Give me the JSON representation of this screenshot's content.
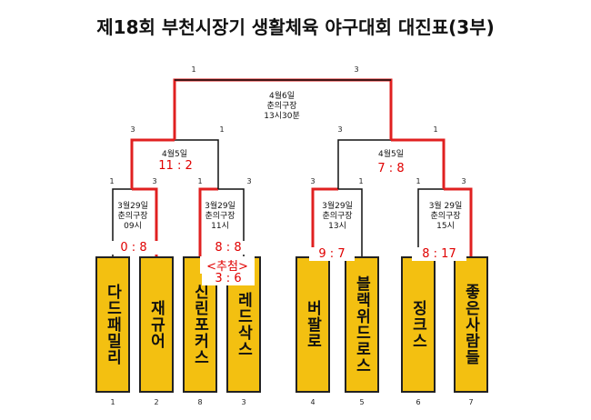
{
  "title": "제18회 부천시장기 생활체육 야구대회 대진표(3부)",
  "teams": [
    {
      "name": "다드패밀리",
      "seed": "1"
    },
    {
      "name": "재규어",
      "seed": "2"
    },
    {
      "name": "신린포커스",
      "seed": "8"
    },
    {
      "name": "레드삭스",
      "seed": "3"
    },
    {
      "name": "버팔로",
      "seed": "4"
    },
    {
      "name": "블랙위드로스",
      "seed": "5"
    },
    {
      "name": "징크스",
      "seed": "6"
    },
    {
      "name": "좋은사람들",
      "seed": "7"
    }
  ],
  "round1": [
    {
      "date": "3월29일",
      "venue": "춘의구장",
      "time": "09시",
      "score": "0 : 8",
      "left": "1",
      "right": "3"
    },
    {
      "date": "3월29일",
      "venue": "춘의구장",
      "time": "11시",
      "score": "8 : 8",
      "note": "<추첨>",
      "score2": "3 : 6",
      "left": "1",
      "right": "3"
    },
    {
      "date": "3월29일",
      "venue": "춘의구장",
      "time": "13시",
      "score": "9 : 7",
      "left": "3",
      "right": "1"
    },
    {
      "date": "3월 29일",
      "venue": "춘의구장",
      "time": "15시",
      "score": "8 : 17",
      "left": "1",
      "right": "3"
    }
  ],
  "semis": [
    {
      "date": "4월5일",
      "score": "11 : 2",
      "left": "3",
      "right": "1"
    },
    {
      "date": "4월5일",
      "score": "7 : 8",
      "left": "3",
      "right": "1"
    }
  ],
  "final": {
    "date": "4월6일",
    "venue": "춘의구장",
    "time": "13시30분",
    "left": "1",
    "right": "3"
  },
  "colors": {
    "win_line": "#e02020",
    "line": "#111111",
    "team_box": "#f3c011",
    "score": "#e00000"
  }
}
